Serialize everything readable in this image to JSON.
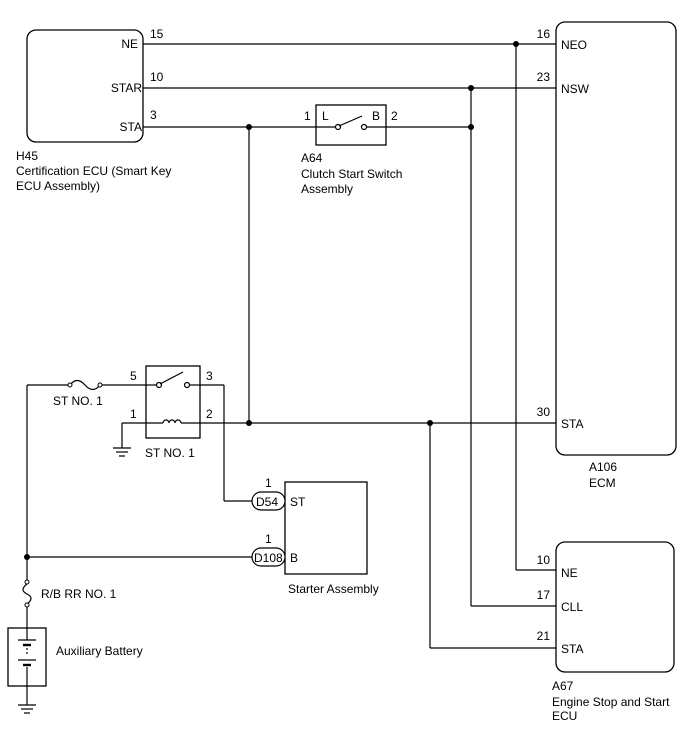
{
  "components": {
    "h45": {
      "code": "H45",
      "name_line1": "Certification ECU (Smart Key",
      "name_line2": "ECU Assembly)",
      "terminals": [
        {
          "name": "NE",
          "pin": "15"
        },
        {
          "name": "STAR",
          "pin": "10"
        },
        {
          "name": "STA",
          "pin": "3"
        }
      ]
    },
    "a106": {
      "code": "A106",
      "name": "ECM",
      "terminals": [
        {
          "name": "NEO",
          "pin": "16"
        },
        {
          "name": "NSW",
          "pin": "23"
        },
        {
          "name": "STA",
          "pin": "30"
        }
      ]
    },
    "a64": {
      "code": "A64",
      "name_line1": "Clutch Start Switch",
      "name_line2": "Assembly",
      "pin_left": "1",
      "pin_right": "2",
      "label_left": "L",
      "label_right": "B"
    },
    "st_relay": {
      "name": "ST NO. 1",
      "pins": [
        "5",
        "3",
        "1",
        "2"
      ]
    },
    "st_fuse": {
      "name": "ST NO. 1"
    },
    "rb_fuse": {
      "name": "R/B RR NO. 1"
    },
    "battery": {
      "name": "Auxiliary Battery"
    },
    "starter": {
      "name": "Starter Assembly",
      "terminals": [
        {
          "name": "ST",
          "connector": "D54",
          "pin": "1"
        },
        {
          "name": "B",
          "connector": "D108",
          "pin": "1"
        }
      ]
    },
    "a67": {
      "code": "A67",
      "name_line1": "Engine Stop and Start",
      "name_line2": "ECU",
      "terminals": [
        {
          "name": "NE",
          "pin": "10"
        },
        {
          "name": "CLL",
          "pin": "17"
        },
        {
          "name": "STA",
          "pin": "21"
        }
      ]
    }
  }
}
